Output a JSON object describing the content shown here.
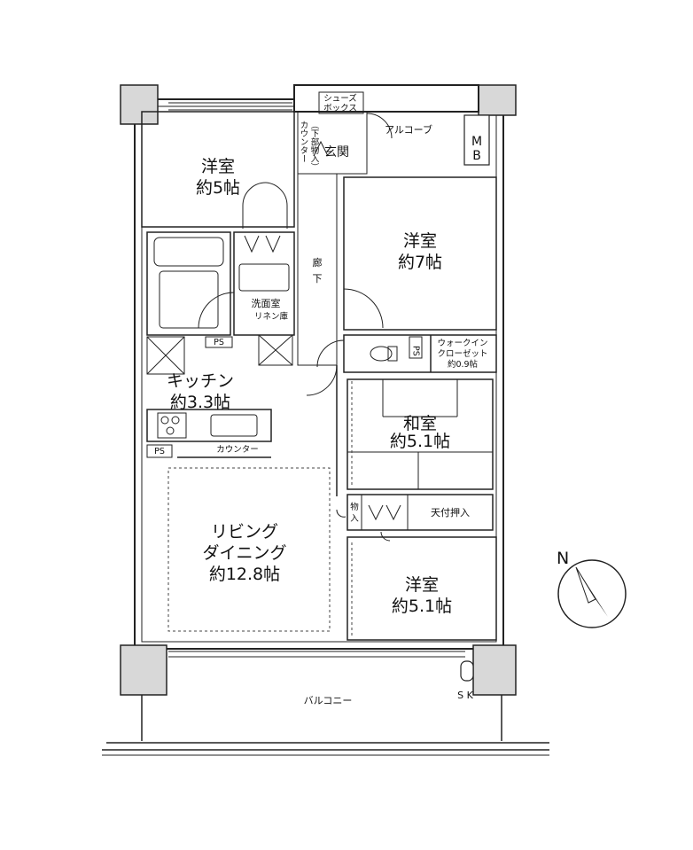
{
  "rooms": {
    "western_5": [
      "洋室",
      "約5帖"
    ],
    "western_7": [
      "洋室",
      "約7帖"
    ],
    "kitchen": [
      "キッチン",
      "約3.3帖"
    ],
    "japanese": [
      "和室",
      "約5.1帖"
    ],
    "living": [
      "リビング",
      "ダイニング",
      "約12.8帖"
    ],
    "western_5_1": [
      "洋室",
      "約5.1帖"
    ]
  },
  "labels": {
    "shoes_box": [
      "シューズ",
      "ボックス"
    ],
    "counter_lower": [
      "カウンター",
      "（下部物入）"
    ],
    "entrance": "玄関",
    "alcove": "アルコーブ",
    "mb": [
      "M",
      "B"
    ],
    "corridor": [
      "廊",
      "下"
    ],
    "washroom": "洗面室",
    "linen": "リネン庫",
    "ps": "PS",
    "walk_in": [
      "ウォークイン",
      "クローゼット",
      "約0.9帖"
    ],
    "counter": "カウンター",
    "storage": [
      "物",
      "入"
    ],
    "ceiling_storage": "天付押入",
    "balcony": "バルコニー",
    "sk": "S K",
    "north": "N"
  },
  "colors": {
    "line": "#222222",
    "pillar": "#d8d8d8"
  }
}
